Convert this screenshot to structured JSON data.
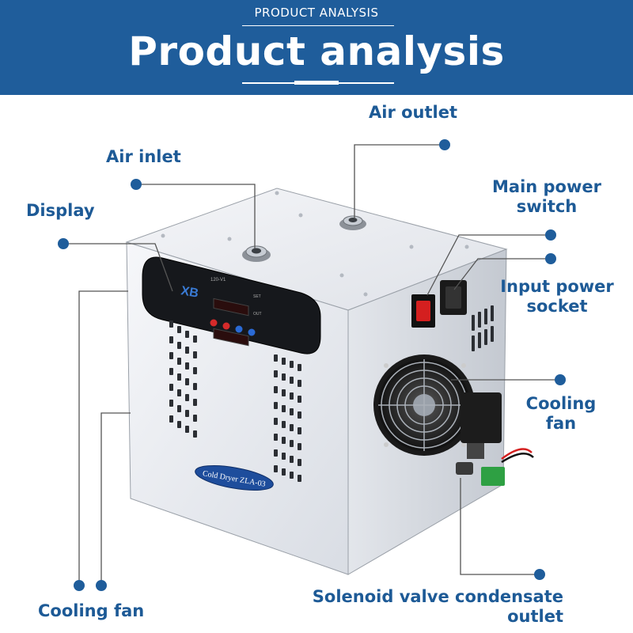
{
  "header": {
    "subtitle": "PRODUCT ANALYSIS",
    "title": "Product analysis"
  },
  "product": {
    "brand_mark": "XB",
    "model_badge": "Cold Dryer ZLA-03",
    "panel_small_label": "120-V1",
    "panel_side_label_1": "SET",
    "panel_side_label_2": "OUT"
  },
  "labels": {
    "air_outlet": "Air outlet",
    "air_inlet": "Air inlet",
    "display": "Display",
    "main_power_line1": "Main power",
    "main_power_line2": "switch",
    "input_power_line1": "Input power",
    "input_power_line2": "socket",
    "cooling_fan_right_line1": "Cooling",
    "cooling_fan_right_line2": "fan",
    "cooling_fan_bottom": "Cooling fan",
    "solenoid_line1": "Solenoid valve condensate",
    "solenoid_line2": "outlet"
  },
  "colors": {
    "banner": "#1f5d9b",
    "label_text": "#1d5a96",
    "callout_line": "#555555",
    "callout_dot": "#1f5d9b"
  }
}
